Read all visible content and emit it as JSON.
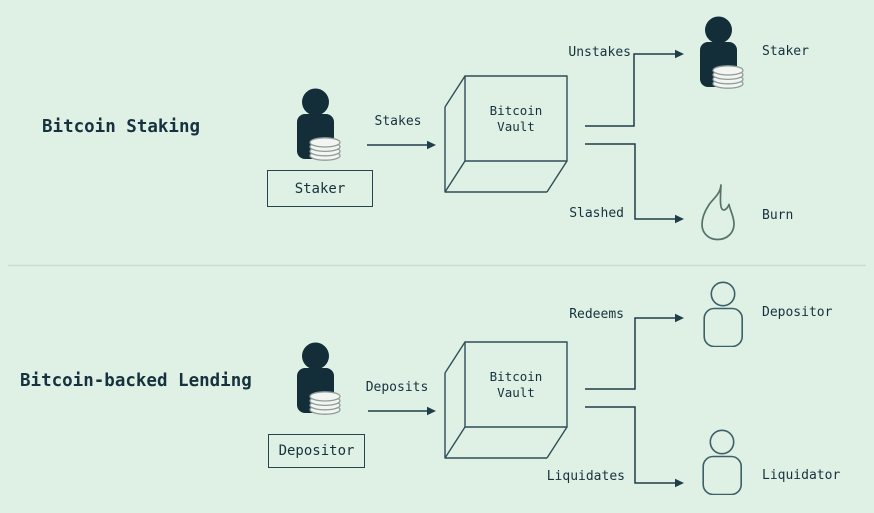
{
  "colors": {
    "background": "#dff1e4",
    "ink": "#15323e",
    "connector_line": "#1f3e49",
    "cube_stroke": "#2e4e58",
    "person_fill": "#132e38",
    "person_outline": "#3c5f68",
    "flame_outline": "#53736c",
    "coin_fill": "#f2f5f2",
    "coin_stroke": "#8f9c98",
    "divider": "#c9ded0"
  },
  "staking": {
    "title": "Bitcoin Staking",
    "actor": {
      "label": "Staker",
      "icon": "person-coins-icon"
    },
    "action": {
      "label": "Stakes"
    },
    "vault": {
      "line1": "Bitcoin",
      "line2": "Vault"
    },
    "outcomes": [
      {
        "label": "Unstakes",
        "target": "Staker",
        "icon": "person-coins-icon"
      },
      {
        "label": "Slashed",
        "target": "Burn",
        "icon": "flame-icon"
      }
    ]
  },
  "lending": {
    "title": "Bitcoin-backed Lending",
    "actor": {
      "label": "Depositor",
      "icon": "person-coins-icon"
    },
    "action": {
      "label": "Deposits"
    },
    "vault": {
      "line1": "Bitcoin",
      "line2": "Vault"
    },
    "outcomes": [
      {
        "label": "Redeems",
        "target": "Depositor",
        "icon": "person-outline-icon"
      },
      {
        "label": "Liquidates",
        "target": "Liquidator",
        "icon": "person-outline-icon"
      }
    ]
  }
}
